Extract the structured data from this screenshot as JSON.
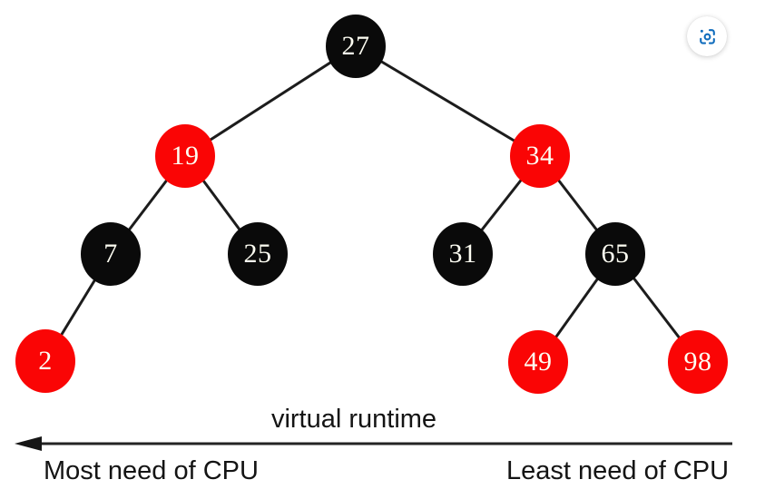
{
  "tree": {
    "nodes": [
      {
        "value": "27",
        "color": "black"
      },
      {
        "value": "19",
        "color": "red"
      },
      {
        "value": "34",
        "color": "red"
      },
      {
        "value": "7",
        "color": "black"
      },
      {
        "value": "25",
        "color": "black"
      },
      {
        "value": "31",
        "color": "black"
      },
      {
        "value": "65",
        "color": "black"
      },
      {
        "value": "2",
        "color": "red"
      },
      {
        "value": "49",
        "color": "red"
      },
      {
        "value": "98",
        "color": "red"
      }
    ],
    "edges": [
      [
        "27",
        "19"
      ],
      [
        "27",
        "34"
      ],
      [
        "19",
        "7"
      ],
      [
        "19",
        "25"
      ],
      [
        "34",
        "31"
      ],
      [
        "34",
        "65"
      ],
      [
        "7",
        "2"
      ],
      [
        "65",
        "49"
      ],
      [
        "65",
        "98"
      ]
    ]
  },
  "axis": {
    "label": "virtual runtime",
    "left_caption": "Most need of CPU",
    "right_caption": "Least need of CPU",
    "direction": "left"
  },
  "icons": {
    "visual_search": "camera-viewfinder-icon"
  },
  "colors": {
    "red_node": "#fa0505",
    "black_node": "#0a0a0a",
    "node_text": "#fdfdf2",
    "edge_line": "#1c1c1c",
    "caption_text": "#141414",
    "icon_blue": "#0f6cbd",
    "background": "#ffffff"
  }
}
